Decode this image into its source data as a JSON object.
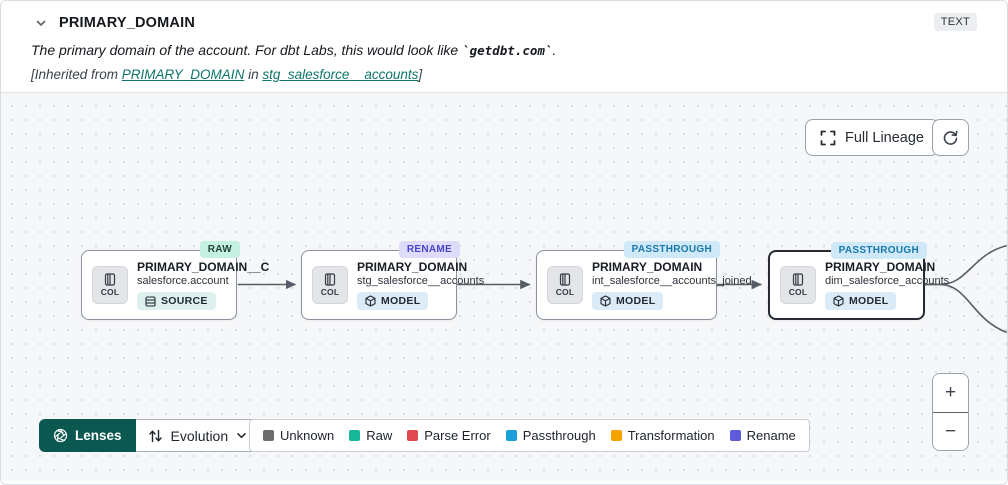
{
  "header": {
    "title": "PRIMARY_DOMAIN",
    "type_badge": "TEXT",
    "description_prefix": "The primary domain of the account. For dbt Labs, this would look like ",
    "description_code": "`getdbt.com`",
    "description_suffix": ".",
    "inherited_prefix": "[Inherited from ",
    "inherited_link_column": "PRIMARY_DOMAIN",
    "inherited_middle": " in ",
    "inherited_link_model": "stg_salesforce__accounts",
    "inherited_suffix": "]"
  },
  "canvas": {
    "full_lineage_label": "Full Lineage",
    "nodes": [
      {
        "badge": {
          "label": "RAW",
          "bg": "#c4f1e1",
          "color": "#23433c"
        },
        "col_label": "COL",
        "title": "PRIMARY_DOMAIN__C",
        "subtitle": "salesforce.account",
        "type": {
          "label": "SOURCE",
          "bg": "#def1ef"
        },
        "selected": false
      },
      {
        "badge": {
          "label": "RENAME",
          "bg": "#dedcfa",
          "color": "#4a46c9"
        },
        "col_label": "COL",
        "title": "PRIMARY_DOMAIN",
        "subtitle": "stg_salesforce__accounts",
        "type": {
          "label": "MODEL",
          "bg": "#dcebf8"
        },
        "selected": false
      },
      {
        "badge": {
          "label": "PASSTHROUGH",
          "bg": "#cfe9f8",
          "color": "#1b78ae"
        },
        "col_label": "COL",
        "title": "PRIMARY_DOMAIN",
        "subtitle": "int_salesforce__accounts_joined",
        "type": {
          "label": "MODEL",
          "bg": "#dcebf8"
        },
        "selected": false
      },
      {
        "badge": {
          "label": "PASSTHROUGH",
          "bg": "#cfe9f8",
          "color": "#1b78ae"
        },
        "col_label": "COL",
        "title": "PRIMARY_DOMAIN",
        "subtitle": "dim_salesforce_accounts",
        "type": {
          "label": "MODEL",
          "bg": "#dcebf8"
        },
        "selected": true
      }
    ]
  },
  "toolbar": {
    "lenses_label": "Lenses",
    "lens_selected": "Evolution"
  },
  "legend": {
    "items": [
      {
        "label": "Unknown",
        "color": "#6e6e6e"
      },
      {
        "label": "Raw",
        "color": "#17b79a"
      },
      {
        "label": "Parse Error",
        "color": "#e0484f"
      },
      {
        "label": "Passthrough",
        "color": "#1a9fd8"
      },
      {
        "label": "Transformation",
        "color": "#f6a300"
      },
      {
        "label": "Rename",
        "color": "#5e5cda"
      }
    ]
  },
  "zoom_controls": {
    "zoom_in": "+",
    "zoom_out": "−"
  },
  "colors": {
    "edge": "#565d66",
    "accent_teal": "#0e7569",
    "lenses_bg": "#0b5850"
  }
}
